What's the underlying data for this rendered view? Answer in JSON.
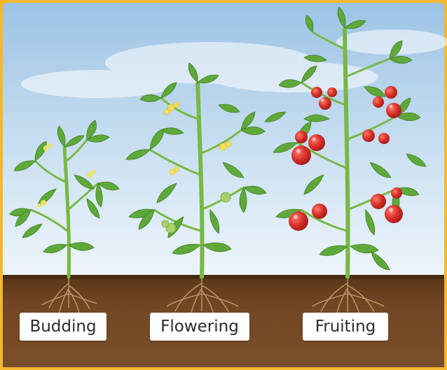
{
  "stages": [
    {
      "label": "Budding"
    },
    {
      "label": "Flowering"
    },
    {
      "label": "Fruiting"
    }
  ],
  "colors": {
    "frame": "#f4b82e",
    "sky_top": "#9fc4e4",
    "sky_bottom": "#e3eef7",
    "soil": "#6b4422",
    "soil_dark": "#4e2f14",
    "root": "#c9a574",
    "leaf": "#5fa93a",
    "leaf_light": "#8fcd5a",
    "stem": "#77b845",
    "flower": "#f1e25a",
    "tomato": "#d8302a",
    "green_fruit": "#a8d26a"
  },
  "icons": {
    "budding": "tomato-plant-budding-icon",
    "flowering": "tomato-plant-flowering-icon",
    "fruiting": "tomato-plant-fruiting-icon"
  }
}
